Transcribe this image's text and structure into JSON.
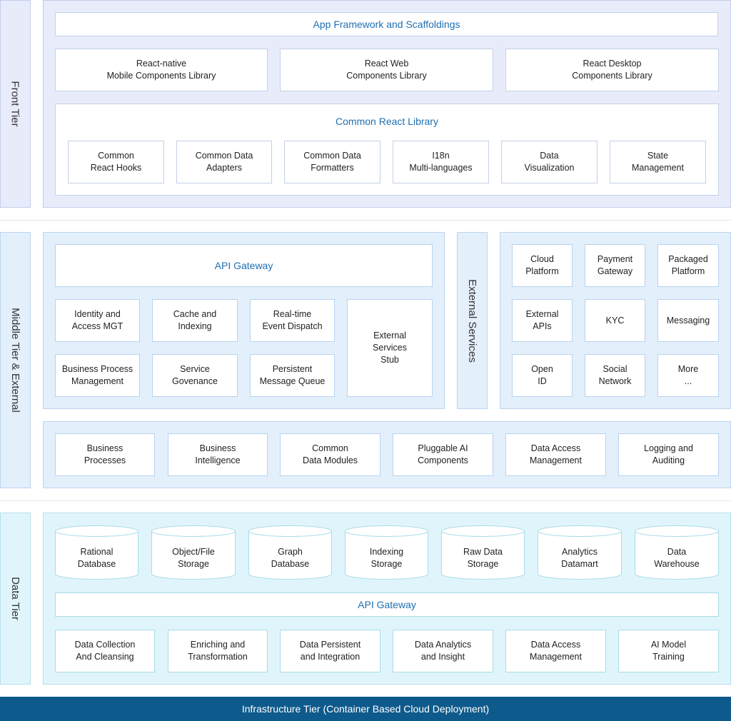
{
  "tiers": {
    "front": "Front Tier",
    "middle": "Middle Tier & External",
    "data": "Data Tier"
  },
  "front": {
    "framework": "App Framework and Scaffoldings",
    "libraries": [
      [
        "React-native",
        "Mobile Components Library"
      ],
      [
        "React Web",
        "Components Library"
      ],
      [
        "React Desktop",
        "Components Library"
      ]
    ],
    "common_title": "Common React Library",
    "common_items": [
      [
        "Common",
        "React Hooks"
      ],
      [
        "Common Data",
        "Adapters"
      ],
      [
        "Common Data",
        "Formatters"
      ],
      [
        "I18n",
        "Multi-languages"
      ],
      [
        "Data",
        "Visualization"
      ],
      [
        "State",
        "Management"
      ]
    ]
  },
  "middle": {
    "api_gateway": "API Gateway",
    "services": [
      [
        "Identity and",
        "Access MGT"
      ],
      [
        "Cache and",
        "Indexing"
      ],
      [
        "Real-time",
        "Event Dispatch"
      ],
      [
        "Business Process",
        "Management"
      ],
      [
        "Service",
        "Govenance"
      ],
      [
        "Persistent",
        "Message Queue"
      ]
    ],
    "stub": [
      "External",
      "Services",
      "Stub"
    ],
    "external_label": "External Services",
    "external": [
      [
        "Cloud",
        "Platform"
      ],
      [
        "Payment",
        "Gateway"
      ],
      [
        "Packaged",
        "Platform"
      ],
      [
        "External",
        "APIs"
      ],
      [
        "KYC"
      ],
      [
        "Messaging"
      ],
      [
        "Open",
        "ID"
      ],
      [
        "Social",
        "Network"
      ],
      [
        "More",
        "..."
      ]
    ],
    "modules": [
      [
        "Business",
        "Processes"
      ],
      [
        "Business",
        "Intelligence"
      ],
      [
        "Common",
        "Data Modules"
      ],
      [
        "Pluggable AI",
        "Components"
      ],
      [
        "Data Access",
        "Management"
      ],
      [
        "Logging and",
        "Auditing"
      ]
    ]
  },
  "data": {
    "stores": [
      [
        "Rational",
        "Database"
      ],
      [
        "Object/File",
        "Storage"
      ],
      [
        "Graph",
        "Database"
      ],
      [
        "Indexing",
        "Storage"
      ],
      [
        "Raw Data",
        "Storage"
      ],
      [
        "Analytics",
        "Datamart"
      ],
      [
        "Data",
        "Warehouse"
      ]
    ],
    "api_gateway": "API Gateway",
    "processes": [
      [
        "Data Collection",
        "And Cleansing"
      ],
      [
        "Enriching and",
        "Transformation"
      ],
      [
        "Data Persistent",
        "and Integration"
      ],
      [
        "Data Analytics",
        "and Insight"
      ],
      [
        "Data Access",
        "Management"
      ],
      [
        "AI Model",
        "Training"
      ]
    ]
  },
  "infrastructure": "Infrastructure Tier (Container Based Cloud Deployment)",
  "colors": {
    "front_bg": "#e8ecfa",
    "middle_bg": "#e3effb",
    "data_bg": "#e0f5fb",
    "title_blue": "#1f6fb2",
    "infra_bg": "#0e5a8c"
  }
}
